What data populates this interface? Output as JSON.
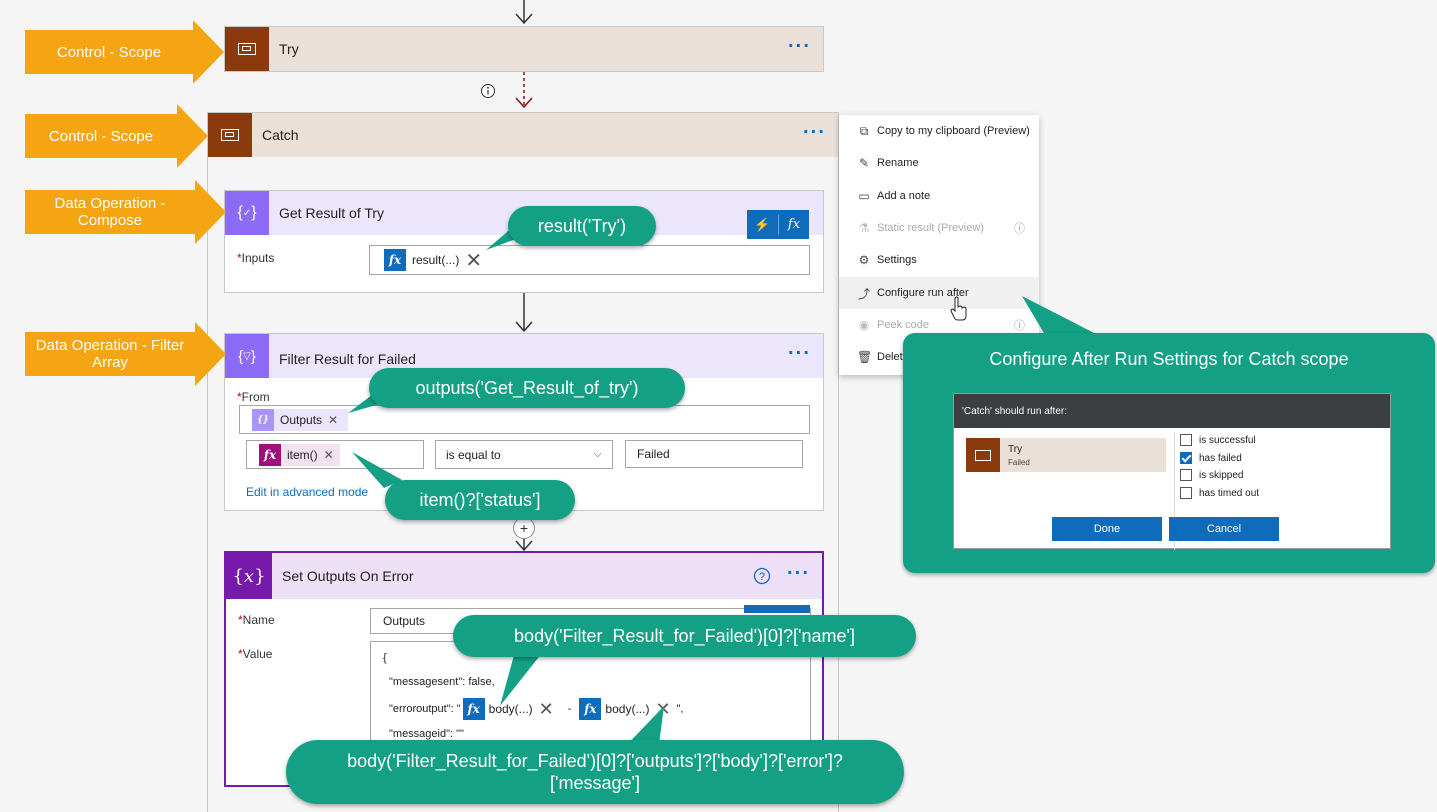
{
  "callouts": {
    "try_scope": "Control - Scope",
    "catch_scope": "Control - Scope",
    "compose": "Data Operation - Compose",
    "filter": "Data Operation - Filter Array"
  },
  "try_card": {
    "title": "Try"
  },
  "catch_card": {
    "title": "Catch"
  },
  "compose_card": {
    "title": "Get Result of Try",
    "inputs_label": "Inputs",
    "inputs_token": "result(...)"
  },
  "filter_card": {
    "title": "Filter Result for Failed",
    "from_label": "From",
    "from_token": "Outputs",
    "left_token": "item()",
    "operator": "is equal to",
    "right_value": "Failed",
    "advanced_link": "Edit in advanced mode"
  },
  "set_card": {
    "title": "Set Outputs On Error",
    "name_label": "Name",
    "name_value": "Outputs",
    "value_label": "Value",
    "line_open": "{",
    "line_messagesent": "\"messagesent\": false,",
    "line_erroroutput_prefix": "\"erroroutput\": \"",
    "token_body1": "body(...)",
    "dash": "-",
    "token_body2": "body(...)",
    "line_erroroutput_suffix": "\",",
    "line_messageid": "\"messageid\": \"\""
  },
  "bubbles": {
    "result_try": "result('Try')",
    "outputs_compose": "outputs('Get_Result_of_try')",
    "item_status": "item()?['status']",
    "body_name": "body('Filter_Result_for_Failed')[0]?['name']",
    "body_error": "body('Filter_Result_for_Failed')[0]?['outputs']?['body']?['error']?['message']"
  },
  "context_menu": {
    "items": [
      {
        "label": "Copy to my clipboard (Preview)",
        "icon": "copy-icon"
      },
      {
        "label": "Rename",
        "icon": "pencil-icon"
      },
      {
        "label": "Add a note",
        "icon": "note-icon"
      },
      {
        "label": "Static result (Preview)",
        "icon": "flask-icon"
      },
      {
        "label": "Settings",
        "icon": "gear-icon"
      },
      {
        "label": "Configure run after",
        "icon": "run-after-icon"
      },
      {
        "label": "Peek code",
        "icon": "eye-icon"
      },
      {
        "label": "Delete",
        "icon": "trash-icon"
      }
    ]
  },
  "run_after_panel": {
    "heading": "Configure After Run Settings for Catch scope",
    "dialog_title": "'Catch' should run after:",
    "action_name": "Try",
    "action_status": "Failed",
    "options": [
      {
        "label": "is successful",
        "checked": false
      },
      {
        "label": "has failed",
        "checked": true
      },
      {
        "label": "is skipped",
        "checked": false
      },
      {
        "label": "has timed out",
        "checked": false
      }
    ],
    "done_label": "Done",
    "cancel_label": "Cancel"
  },
  "colors": {
    "scope_brown": "#8b3a0e",
    "scope_header": "#ebe0d8",
    "compose_purple": "#8c6cf6",
    "variable_purple": "#7719aa",
    "expression_blue": "#0f6cbd",
    "item_magenta": "#9e0f7a",
    "callout_orange": "#f5a412",
    "bubble_green": "#14a085"
  }
}
